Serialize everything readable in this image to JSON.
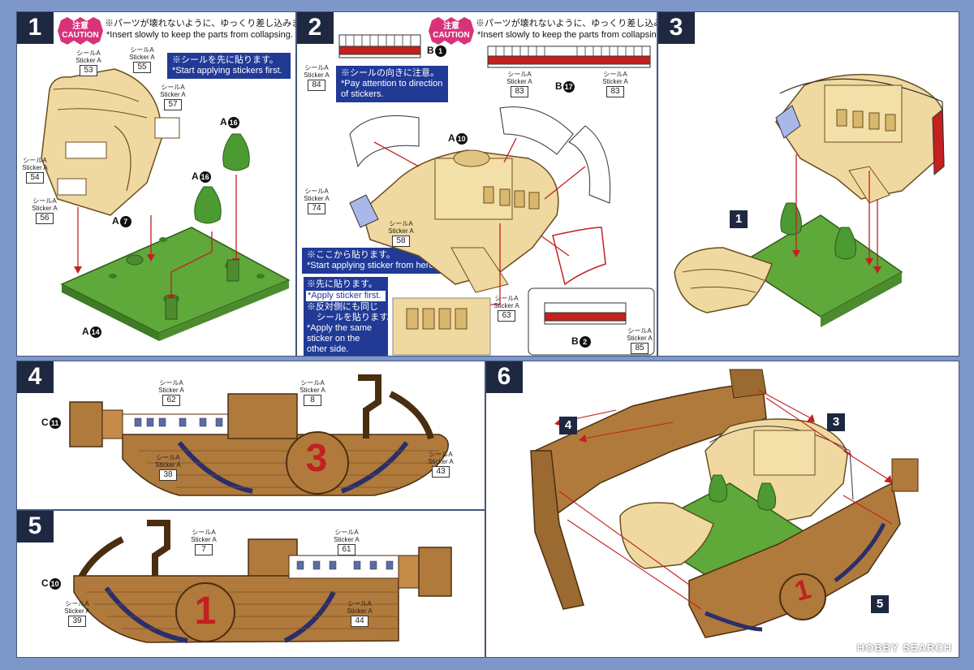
{
  "sticker_label_jp": "シールA",
  "sticker_label_en": "Sticker A",
  "caution": {
    "jp": "注意",
    "en": "CAUTION"
  },
  "step1": {
    "number": "1",
    "note_jp": "※パーツが壊れないように、ゆっくり差し込みましょう。",
    "note_en": "*Insert slowly to keep the parts from collapsing.",
    "box_jp": "※シールを先に貼ります。",
    "box_en": "*Start applying stickers first.",
    "stickers": [
      "53",
      "55",
      "57",
      "54",
      "56"
    ],
    "parts": [
      {
        "label": "A",
        "num": "16"
      },
      {
        "label": "A",
        "num": "16"
      },
      {
        "label": "A",
        "num": "7"
      },
      {
        "label": "A",
        "num": "14"
      }
    ]
  },
  "step2": {
    "number": "2",
    "note_jp": "※パーツが壊れないように、ゆっくり差し込みましょう。",
    "note_en": "*Insert slowly to keep the parts from collapsing.",
    "dir_jp": "※シールの向きに注意。",
    "dir_en1": "*Pay attention to direction",
    "dir_en2": "of stickers.",
    "here_jp": "※ここから貼ります。",
    "here_en": "*Start applying sticker from here.",
    "first_jp": "※先に貼ります。",
    "first_en": "*Apply sticker first.",
    "same_jp1": "※反対側にも同じ",
    "same_jp2": "シールを貼ります。",
    "same_en1": "*Apply the same",
    "same_en2": "sticker on the",
    "same_en3": "other side.",
    "stickers": [
      "84",
      "83",
      "83",
      "74",
      "58",
      "63",
      "85"
    ],
    "parts": [
      {
        "label": "B",
        "num": "1"
      },
      {
        "label": "B",
        "num": "17"
      },
      {
        "label": "A",
        "num": "10"
      },
      {
        "label": "B",
        "num": "2"
      }
    ]
  },
  "step3": {
    "number": "3",
    "callout": "1"
  },
  "step4": {
    "number": "4",
    "stickers": [
      "62",
      "8",
      "38",
      "43"
    ],
    "part": {
      "label": "C",
      "num": "11"
    },
    "hull_number": "3"
  },
  "step5": {
    "number": "5",
    "stickers": [
      "7",
      "61",
      "39",
      "44"
    ],
    "part": {
      "label": "C",
      "num": "10"
    },
    "hull_number": "1"
  },
  "step6": {
    "number": "6",
    "callouts": [
      "4",
      "3",
      "5"
    ],
    "hull_number": "1"
  },
  "watermark": "HOBBY SEARCH",
  "colors": {
    "deck": "#f0d9a0",
    "grass": "#5fa83a",
    "hull": "#b07a3c",
    "red": "#c42020",
    "navy": "#1e2840",
    "blue": "#203a96"
  }
}
